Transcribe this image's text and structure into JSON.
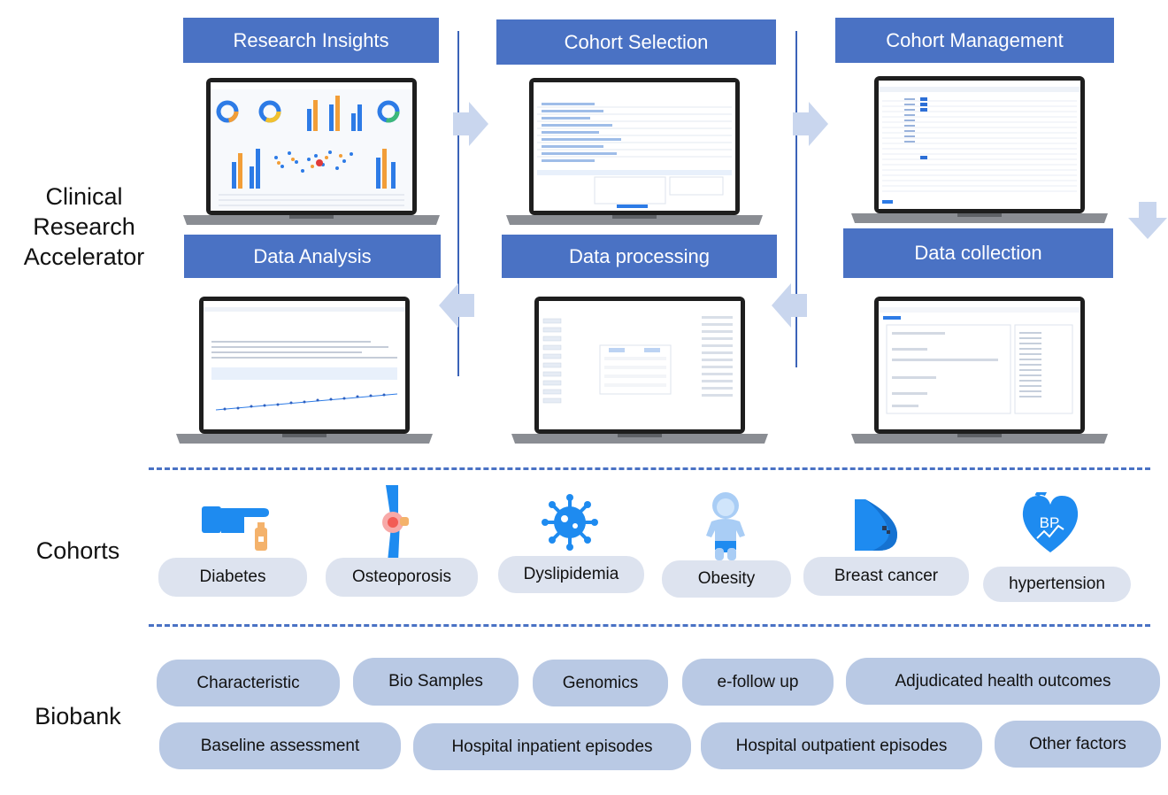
{
  "side_labels": {
    "clinical": [
      "Clinical",
      "Research",
      "Accelerator"
    ],
    "cohorts": "Cohorts",
    "biobank": "Biobank"
  },
  "stages": {
    "research_insights": "Research Insights",
    "cohort_selection": "Cohort Selection",
    "cohort_management": "Cohort Management",
    "data_analysis": "Data Analysis",
    "data_processing": "Data processing",
    "data_collection": "Data collection"
  },
  "cohorts": [
    {
      "label": "Diabetes",
      "icon": "hand-bottle-icon"
    },
    {
      "label": "Osteoporosis",
      "icon": "knee-joint-icon"
    },
    {
      "label": "Dyslipidemia",
      "icon": "virus-cell-icon"
    },
    {
      "label": "Obesity",
      "icon": "baby-figure-icon"
    },
    {
      "label": "Breast cancer",
      "icon": "breast-icon"
    },
    {
      "label": "hypertension",
      "icon": "heart-bp-icon"
    }
  ],
  "bp_text": "BP",
  "biobank_row1": [
    "Characteristic",
    "Bio Samples",
    "Genomics",
    "e-follow up",
    "Adjudicated health outcomes"
  ],
  "biobank_row2": [
    "Baseline assessment",
    "Hospital inpatient episodes",
    "Hospital outpatient episodes",
    "Other factors"
  ],
  "colors": {
    "header": "#4a72c4",
    "arrow": "#c9d6ee",
    "pill_biobank": "#b9c9e4",
    "pill_cohort": "#dde3ef",
    "icon_blue": "#1e8bf0"
  }
}
